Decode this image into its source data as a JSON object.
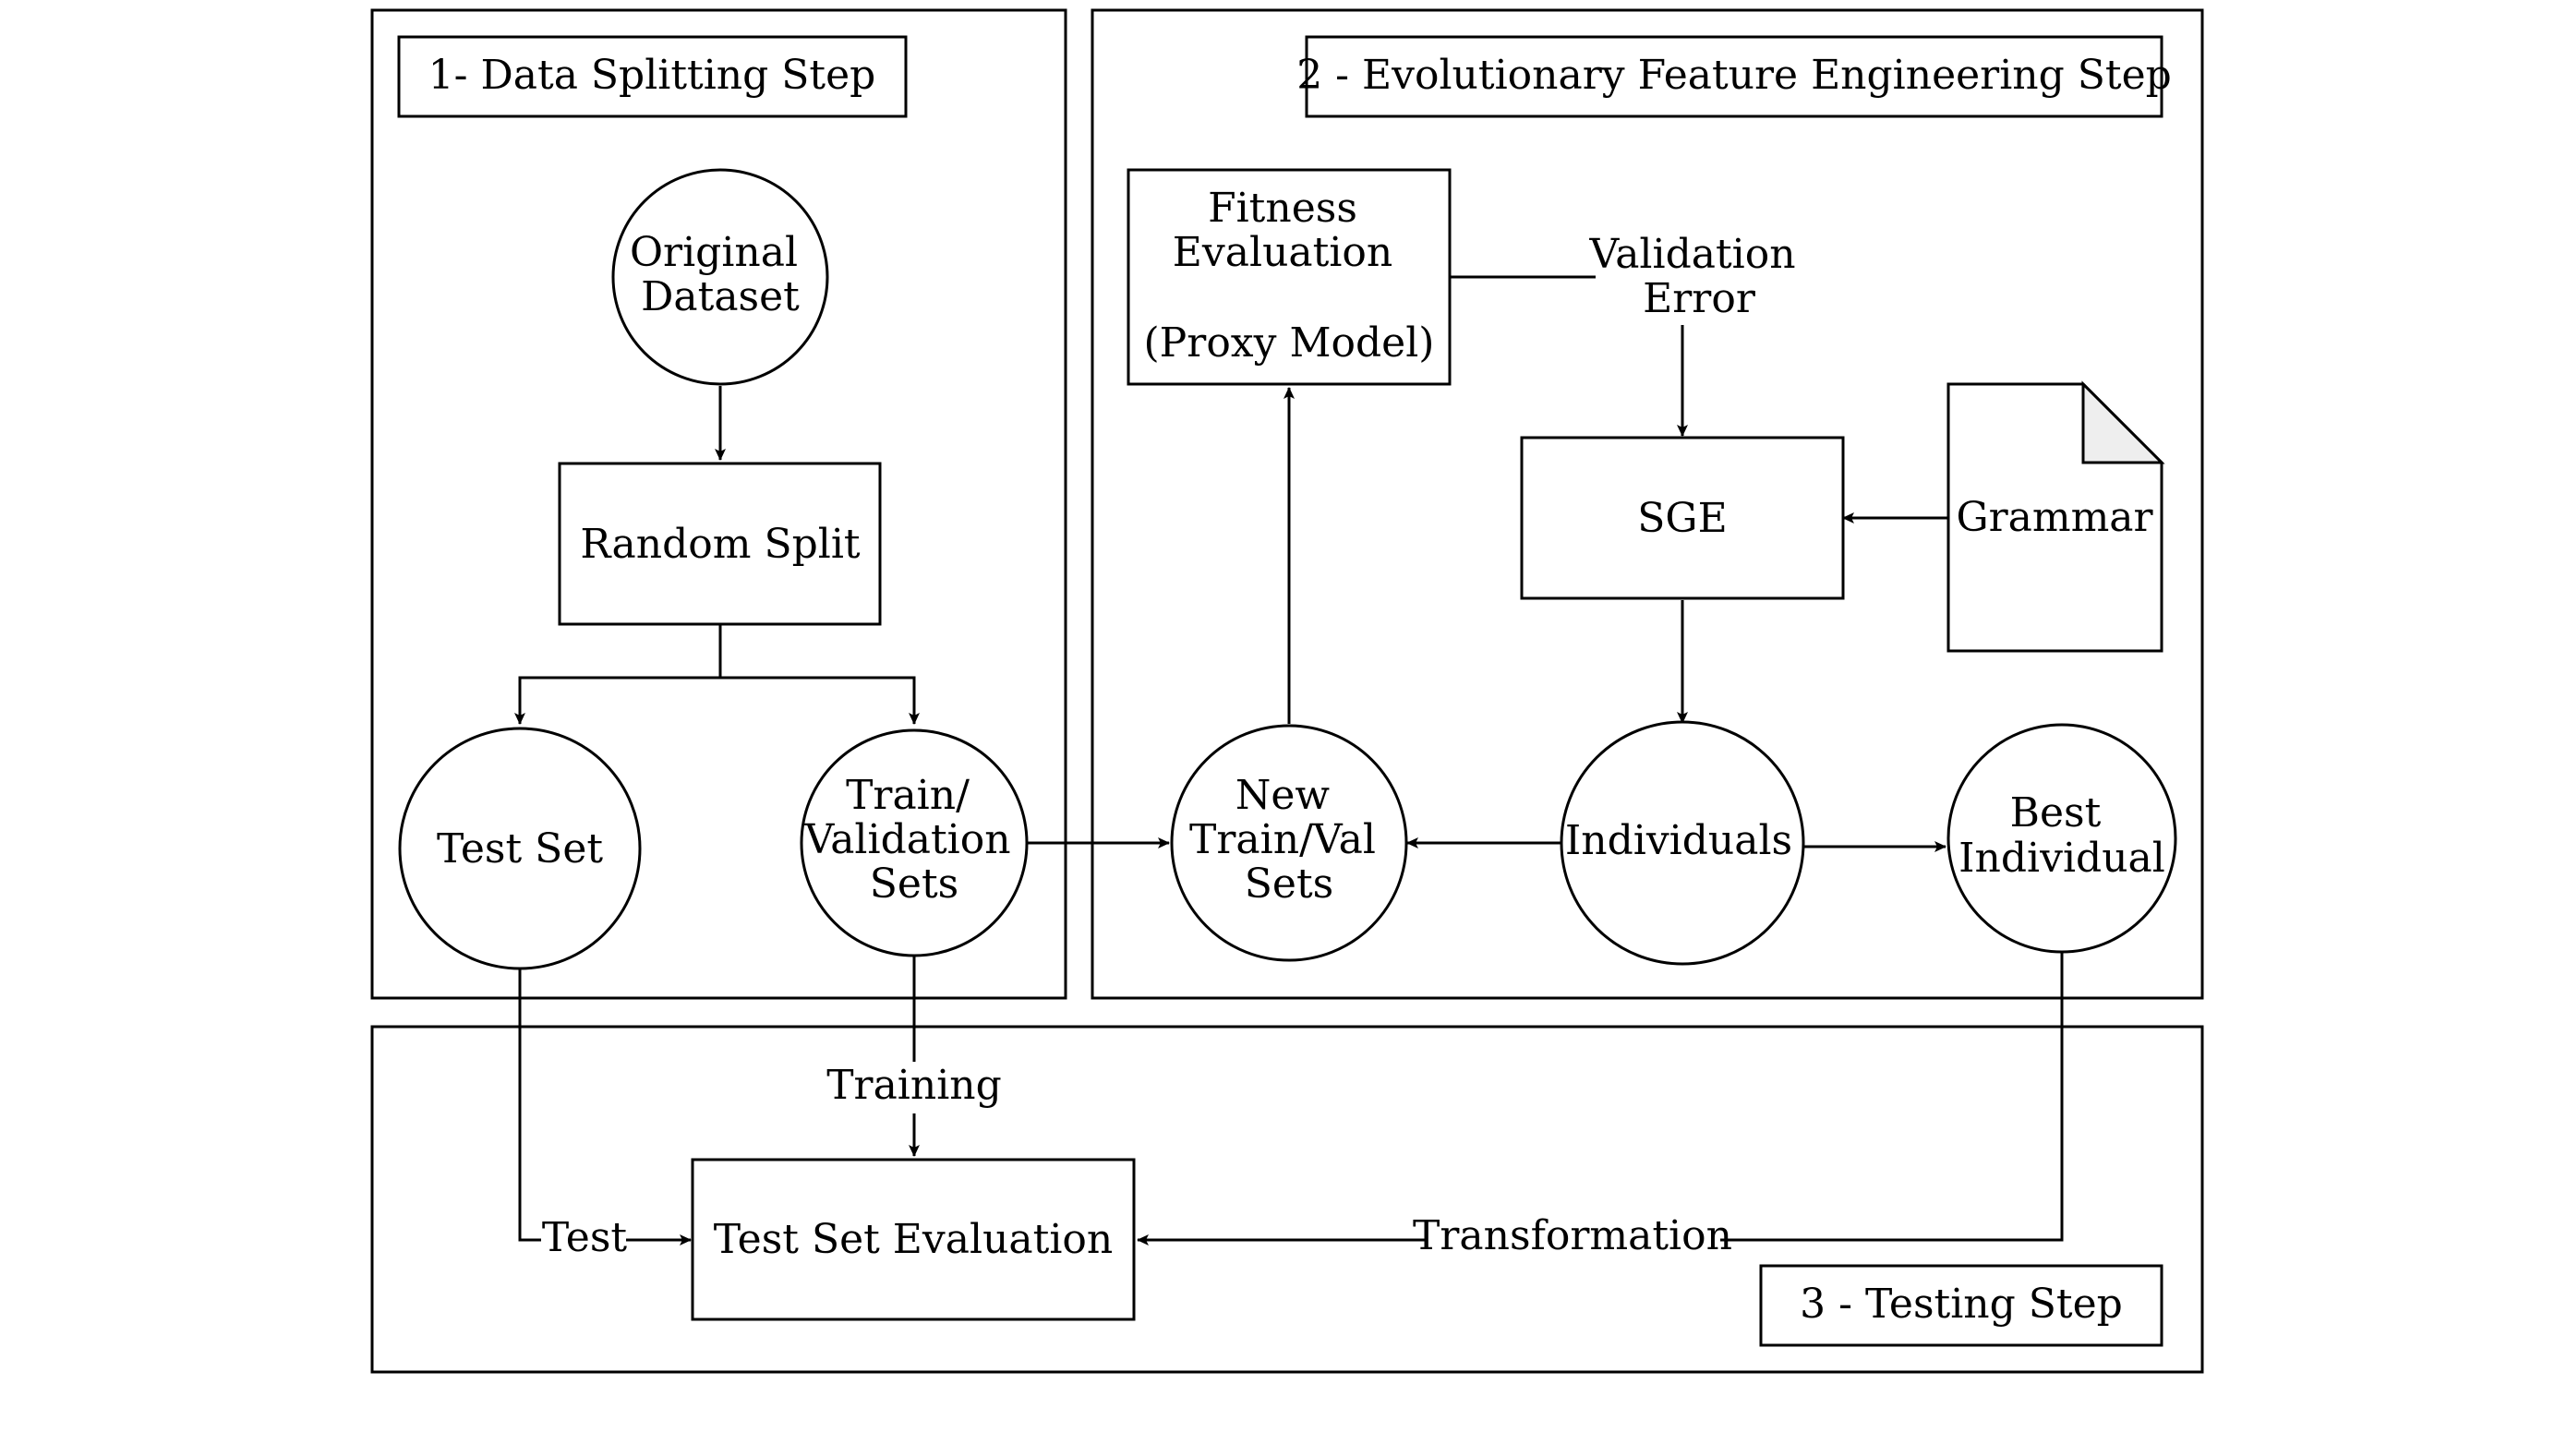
{
  "sections": {
    "splitting_title": "1- Data Splitting Step",
    "evolutionary_title": "2 - Evolutionary Feature Engineering Step",
    "testing_title": "3 - Testing Step"
  },
  "nodes": {
    "original_dataset": [
      "Original",
      "Dataset"
    ],
    "random_split": "Random Split",
    "test_set": "Test Set",
    "train_validation_sets": [
      "Train/",
      "Validation",
      "Sets"
    ],
    "fitness_evaluation": [
      "Fitness",
      "Evaluation",
      "(Proxy Model)"
    ],
    "validation_error": [
      "Validation",
      "Error"
    ],
    "sge": "SGE",
    "grammar": "Grammar",
    "new_train_val_sets": [
      "New",
      "Train/Val",
      "Sets"
    ],
    "individuals": "Individuals",
    "best_individual": [
      "Best",
      "Individual"
    ],
    "test_set_evaluation": "Test Set Evaluation"
  },
  "edge_labels": {
    "training": "Training",
    "test": "Test",
    "transformation": "Transformation"
  },
  "colors": {
    "stroke": "#000000",
    "background": "#ffffff",
    "fold": "#eeeeee"
  }
}
